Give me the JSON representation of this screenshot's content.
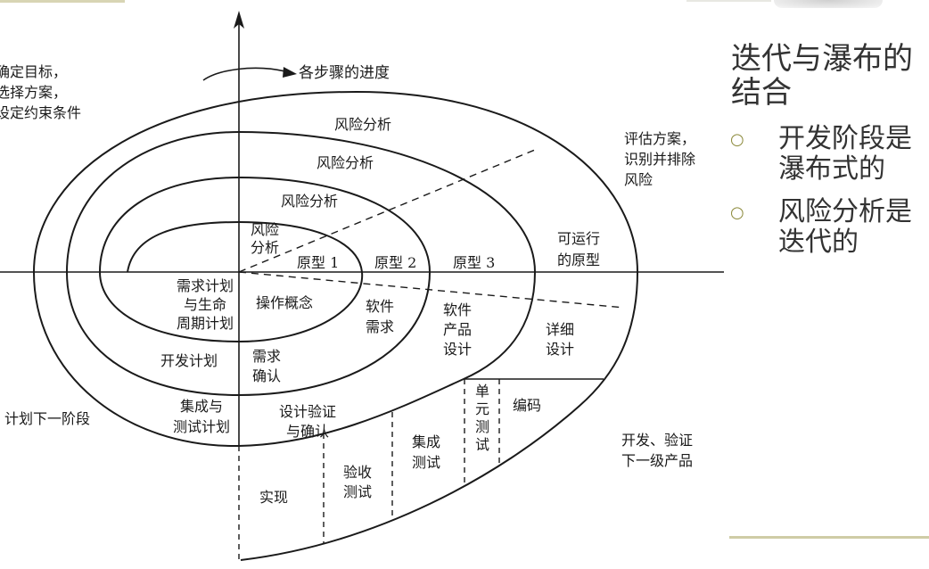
{
  "slide": {
    "title": [
      "迭代与瀑布的",
      "结合"
    ],
    "bullet_glyph": "○",
    "bullets": [
      [
        "开发阶段是",
        "瀑布式的"
      ],
      [
        "风险分析是",
        "迭代的"
      ]
    ]
  },
  "diagram": {
    "quadrants": {
      "determine_objectives": [
        "确定目标，",
        "选择方案，",
        "设定约束条件"
      ],
      "evaluate_alternatives": [
        "评估方案，",
        "识别并排除",
        "风险"
      ],
      "plan_next_phase": "计划下一阶段",
      "develop_verify": [
        "开发、验证",
        "下一级产品"
      ]
    },
    "progress_label": "各步骤的进度",
    "risk_analysis": [
      "风险分析",
      "风险分析",
      "风险分析"
    ],
    "inner_risk_analysis": [
      "风险",
      "分析"
    ],
    "prototypes": [
      "原型 1",
      "原型 2",
      "原型 3"
    ],
    "operational_prototype": [
      "可运行",
      "的原型"
    ],
    "requirements_plan": [
      "需求计划",
      "与生命",
      "周期计划"
    ],
    "concept_of_operation": "操作概念",
    "software_requirements": [
      "软件",
      "需求"
    ],
    "product_design": [
      "软件",
      "产品",
      "设计"
    ],
    "detailed_design": [
      "详细",
      "设计"
    ],
    "development_plan": "开发计划",
    "requirements_validation": [
      "需求",
      "确认"
    ],
    "integration_test_plan": [
      "集成与",
      "测试计划"
    ],
    "design_verification": [
      "设计验证",
      "与确认"
    ],
    "unit_test": "单元测试",
    "code": "编码",
    "integration_test": [
      "集成",
      "测试"
    ],
    "acceptance_test": [
      "验收",
      "测试"
    ],
    "implementation": "实现"
  },
  "colors": {
    "text": "#333333",
    "line": "#1a1a1a",
    "olive_accent": "#8c8a3c",
    "rule": "#cfcca6"
  },
  "icons": {
    "bullet": "circle-bullet-icon",
    "axis_arrow": "up-arrow-icon",
    "progress_arrow": "right-arrow-icon"
  }
}
